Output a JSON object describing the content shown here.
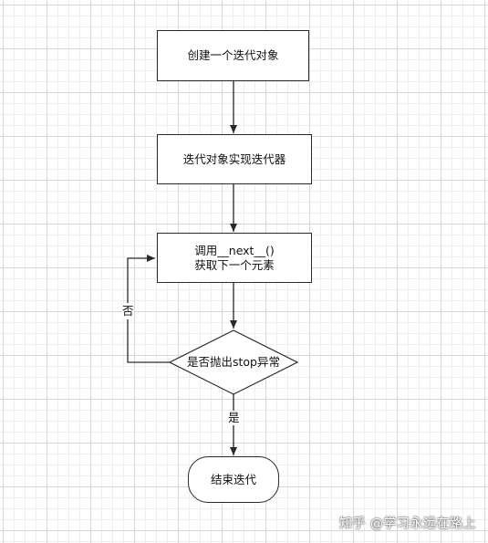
{
  "nodes": {
    "create": "创建一个迭代对象",
    "implement": "迭代对象实现迭代器",
    "call_line1": "调用__next__()",
    "call_line2": "获取下一个元素",
    "decision": "是否抛出stop异常",
    "end": "结束迭代"
  },
  "edges": {
    "no": "否",
    "yes": "是"
  },
  "watermark": "知乎 @学习永远在路上"
}
